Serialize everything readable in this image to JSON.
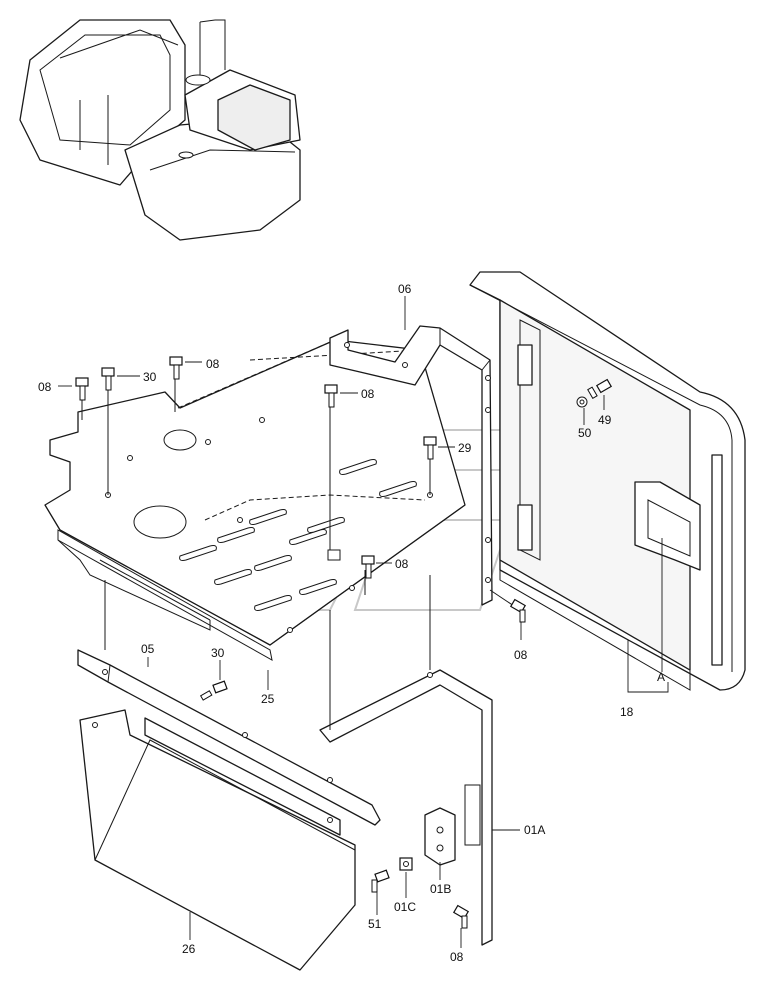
{
  "labels": {
    "l06": "06",
    "l08a": "08",
    "l30a": "30",
    "l08b": "08",
    "l08c": "08",
    "l29": "29",
    "l08d": "08",
    "l49": "49",
    "l50": "50",
    "l08e": "08",
    "lA": "A",
    "l18": "18",
    "l05": "05",
    "l30b": "30",
    "l25": "25",
    "l01A": "01A",
    "l01B": "01B",
    "l01C": "01C",
    "l51": "51",
    "l26": "26",
    "l08f": "08"
  }
}
